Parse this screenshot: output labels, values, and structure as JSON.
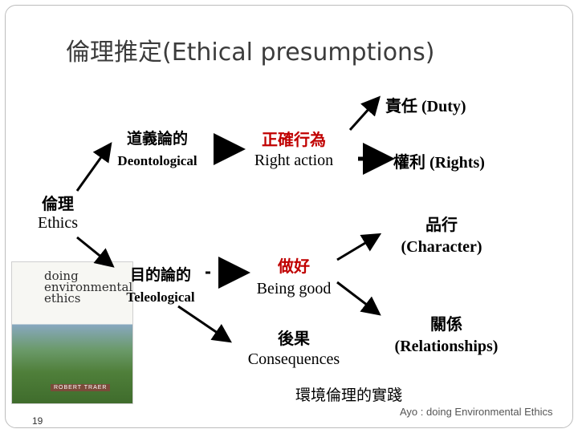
{
  "title": "倫理推定(Ethical presumptions)",
  "nodes": {
    "ethics": {
      "zh": "倫理",
      "en": "Ethics"
    },
    "deontological": {
      "zh": "道義論的",
      "en": "Deontological"
    },
    "teleological": {
      "zh": "目的論的",
      "en": "Teleological"
    },
    "right_action": {
      "zh": "正確行為",
      "en": "Right action"
    },
    "being_good": {
      "zh": "做好",
      "en": "Being good"
    },
    "consequences": {
      "zh": "後果",
      "en": "Consequences"
    },
    "duty": "責任 (Duty)",
    "rights": "權利 (Rights)",
    "character": {
      "zh": "品行",
      "en": "(Character)"
    },
    "relationships": {
      "zh": "關係",
      "en": "(Relationships)"
    }
  },
  "caption": "環境倫理的實踐",
  "book": {
    "title_lines": "doing\nenvironmental\nethics",
    "author": "ROBERT TRAER"
  },
  "footer": {
    "page_number": "19",
    "credit": "Ayo : doing Environmental Ethics"
  },
  "colors": {
    "text": "#000000",
    "title": "#3c3c3c",
    "arrow": "#000000"
  }
}
